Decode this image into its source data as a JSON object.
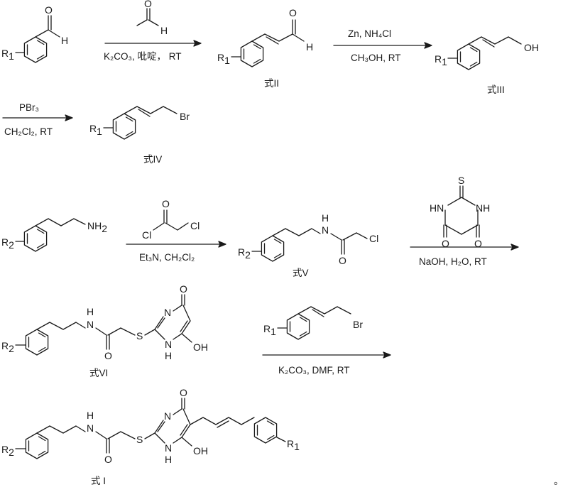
{
  "atoms": {
    "O": "O",
    "H": "H",
    "OH": "OH",
    "Br": "Br",
    "NH2": "NH",
    "two": "2",
    "N": "N",
    "H_below": "H",
    "Cl": "Cl",
    "S": "S",
    "R": "R",
    "one": "1",
    "NH": "NH",
    "HN": "HN"
  },
  "reagents": {
    "step1_below": "K₂CO₃, 吡啶，  RT",
    "step2_above": "Zn, NH₄Cl",
    "step2_below": "CH₃OH, RT",
    "step3_above": "PBr₃",
    "step3_below": "CH₂Cl₂, RT",
    "step4_below": "Et₃N, CH₂Cl₂",
    "step5_below": "NaOH, H₂O, RT",
    "step6_below": "K₂CO₃, DMF, RT"
  },
  "labels": {
    "formula_II": "式II",
    "formula_III": "式III",
    "formula_IV": "式IV",
    "formula_V": "式V",
    "formula_VI": "式VI",
    "formula_I": "式 I",
    "end_mark": "。"
  }
}
